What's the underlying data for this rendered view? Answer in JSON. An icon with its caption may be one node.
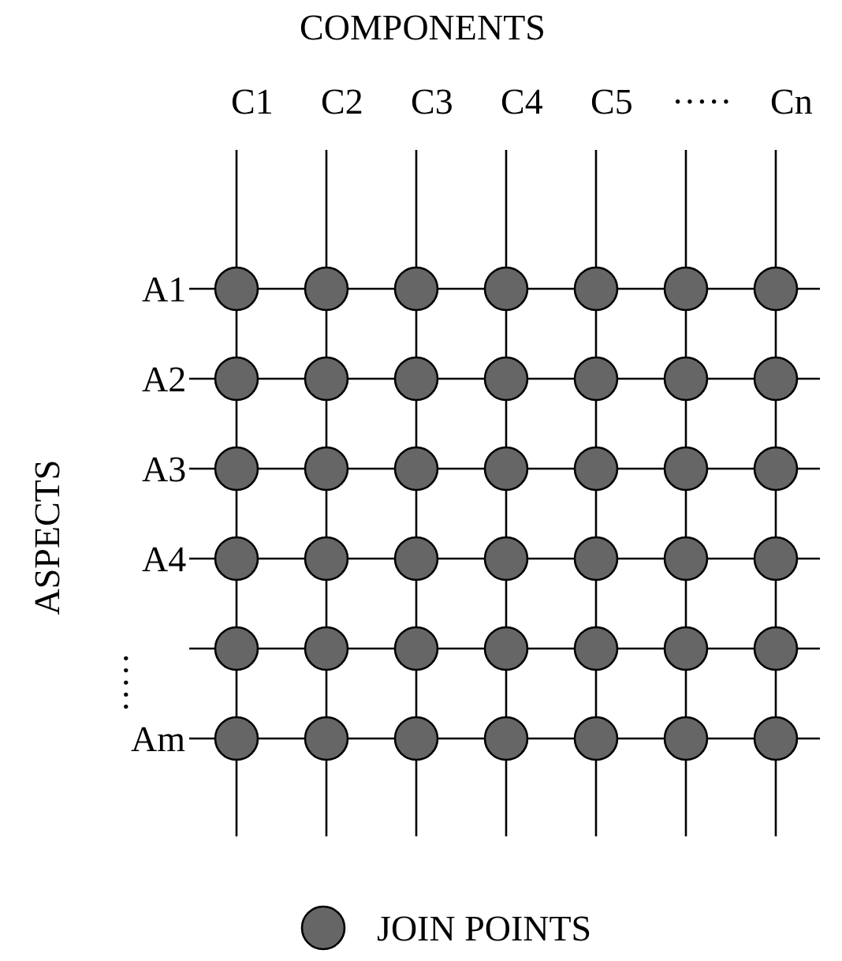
{
  "diagram": {
    "labels": [
      "COMPONENTS",
      "C1",
      "C2",
      "C3",
      "C4",
      "C5",
      "·····",
      "Cn",
      "ASPECTS",
      "A1",
      "A2",
      "A3",
      "A4",
      "·····",
      "Am"
    ],
    "legend": [
      {
        "text": "JOIN POINTS",
        "color": "#666666"
      }
    ]
  }
}
